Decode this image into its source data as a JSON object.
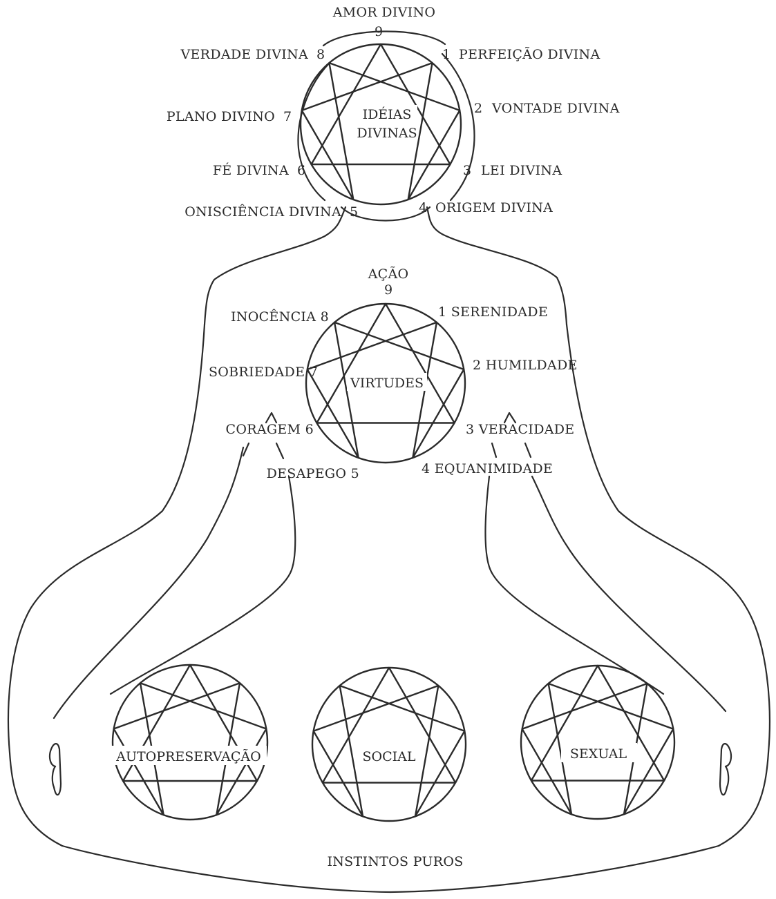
{
  "colors": {
    "ink": "#2b2b2b",
    "paper": "#ffffff"
  },
  "head": {
    "center_line1": "IDÉIAS",
    "center_line2": "DIVINAS",
    "top_label": "AMOR DIVINO",
    "points": [
      {
        "num": "9",
        "label": "AMOR DIVINO"
      },
      {
        "num": "1",
        "label": "PERFEIÇÃO DIVINA"
      },
      {
        "num": "2",
        "label": "VONTADE DIVINA"
      },
      {
        "num": "3",
        "label": "LEI DIVINA"
      },
      {
        "num": "4",
        "label": "ORIGEM DIVINA"
      },
      {
        "num": "5",
        "label": "ONISCIÊNCIA DIVINA"
      },
      {
        "num": "6",
        "label": "FÉ DIVINA"
      },
      {
        "num": "7",
        "label": "PLANO DIVINO"
      },
      {
        "num": "8",
        "label": "VERDADE DIVINA"
      }
    ]
  },
  "chest": {
    "center": "VIRTUDES",
    "top_label": "AÇÃO",
    "points": [
      {
        "num": "9",
        "label": "AÇÃO"
      },
      {
        "num": "1",
        "label": "SERENIDADE"
      },
      {
        "num": "2",
        "label": "HUMILDADE"
      },
      {
        "num": "3",
        "label": "VERACIDADE"
      },
      {
        "num": "4",
        "label": "EQUANIMIDADE"
      },
      {
        "num": "5",
        "label": "DESAPEGO"
      },
      {
        "num": "6",
        "label": "CORAGEM"
      },
      {
        "num": "7",
        "label": "SOBRIEDADE"
      },
      {
        "num": "8",
        "label": "INOCÊNCIA"
      }
    ]
  },
  "lap": {
    "circles": [
      {
        "label": "AUTOPRESERVAÇÃO"
      },
      {
        "label": "SOCIAL"
      },
      {
        "label": "SEXUAL"
      }
    ],
    "bottom_label": "INSTINTOS PUROS"
  }
}
